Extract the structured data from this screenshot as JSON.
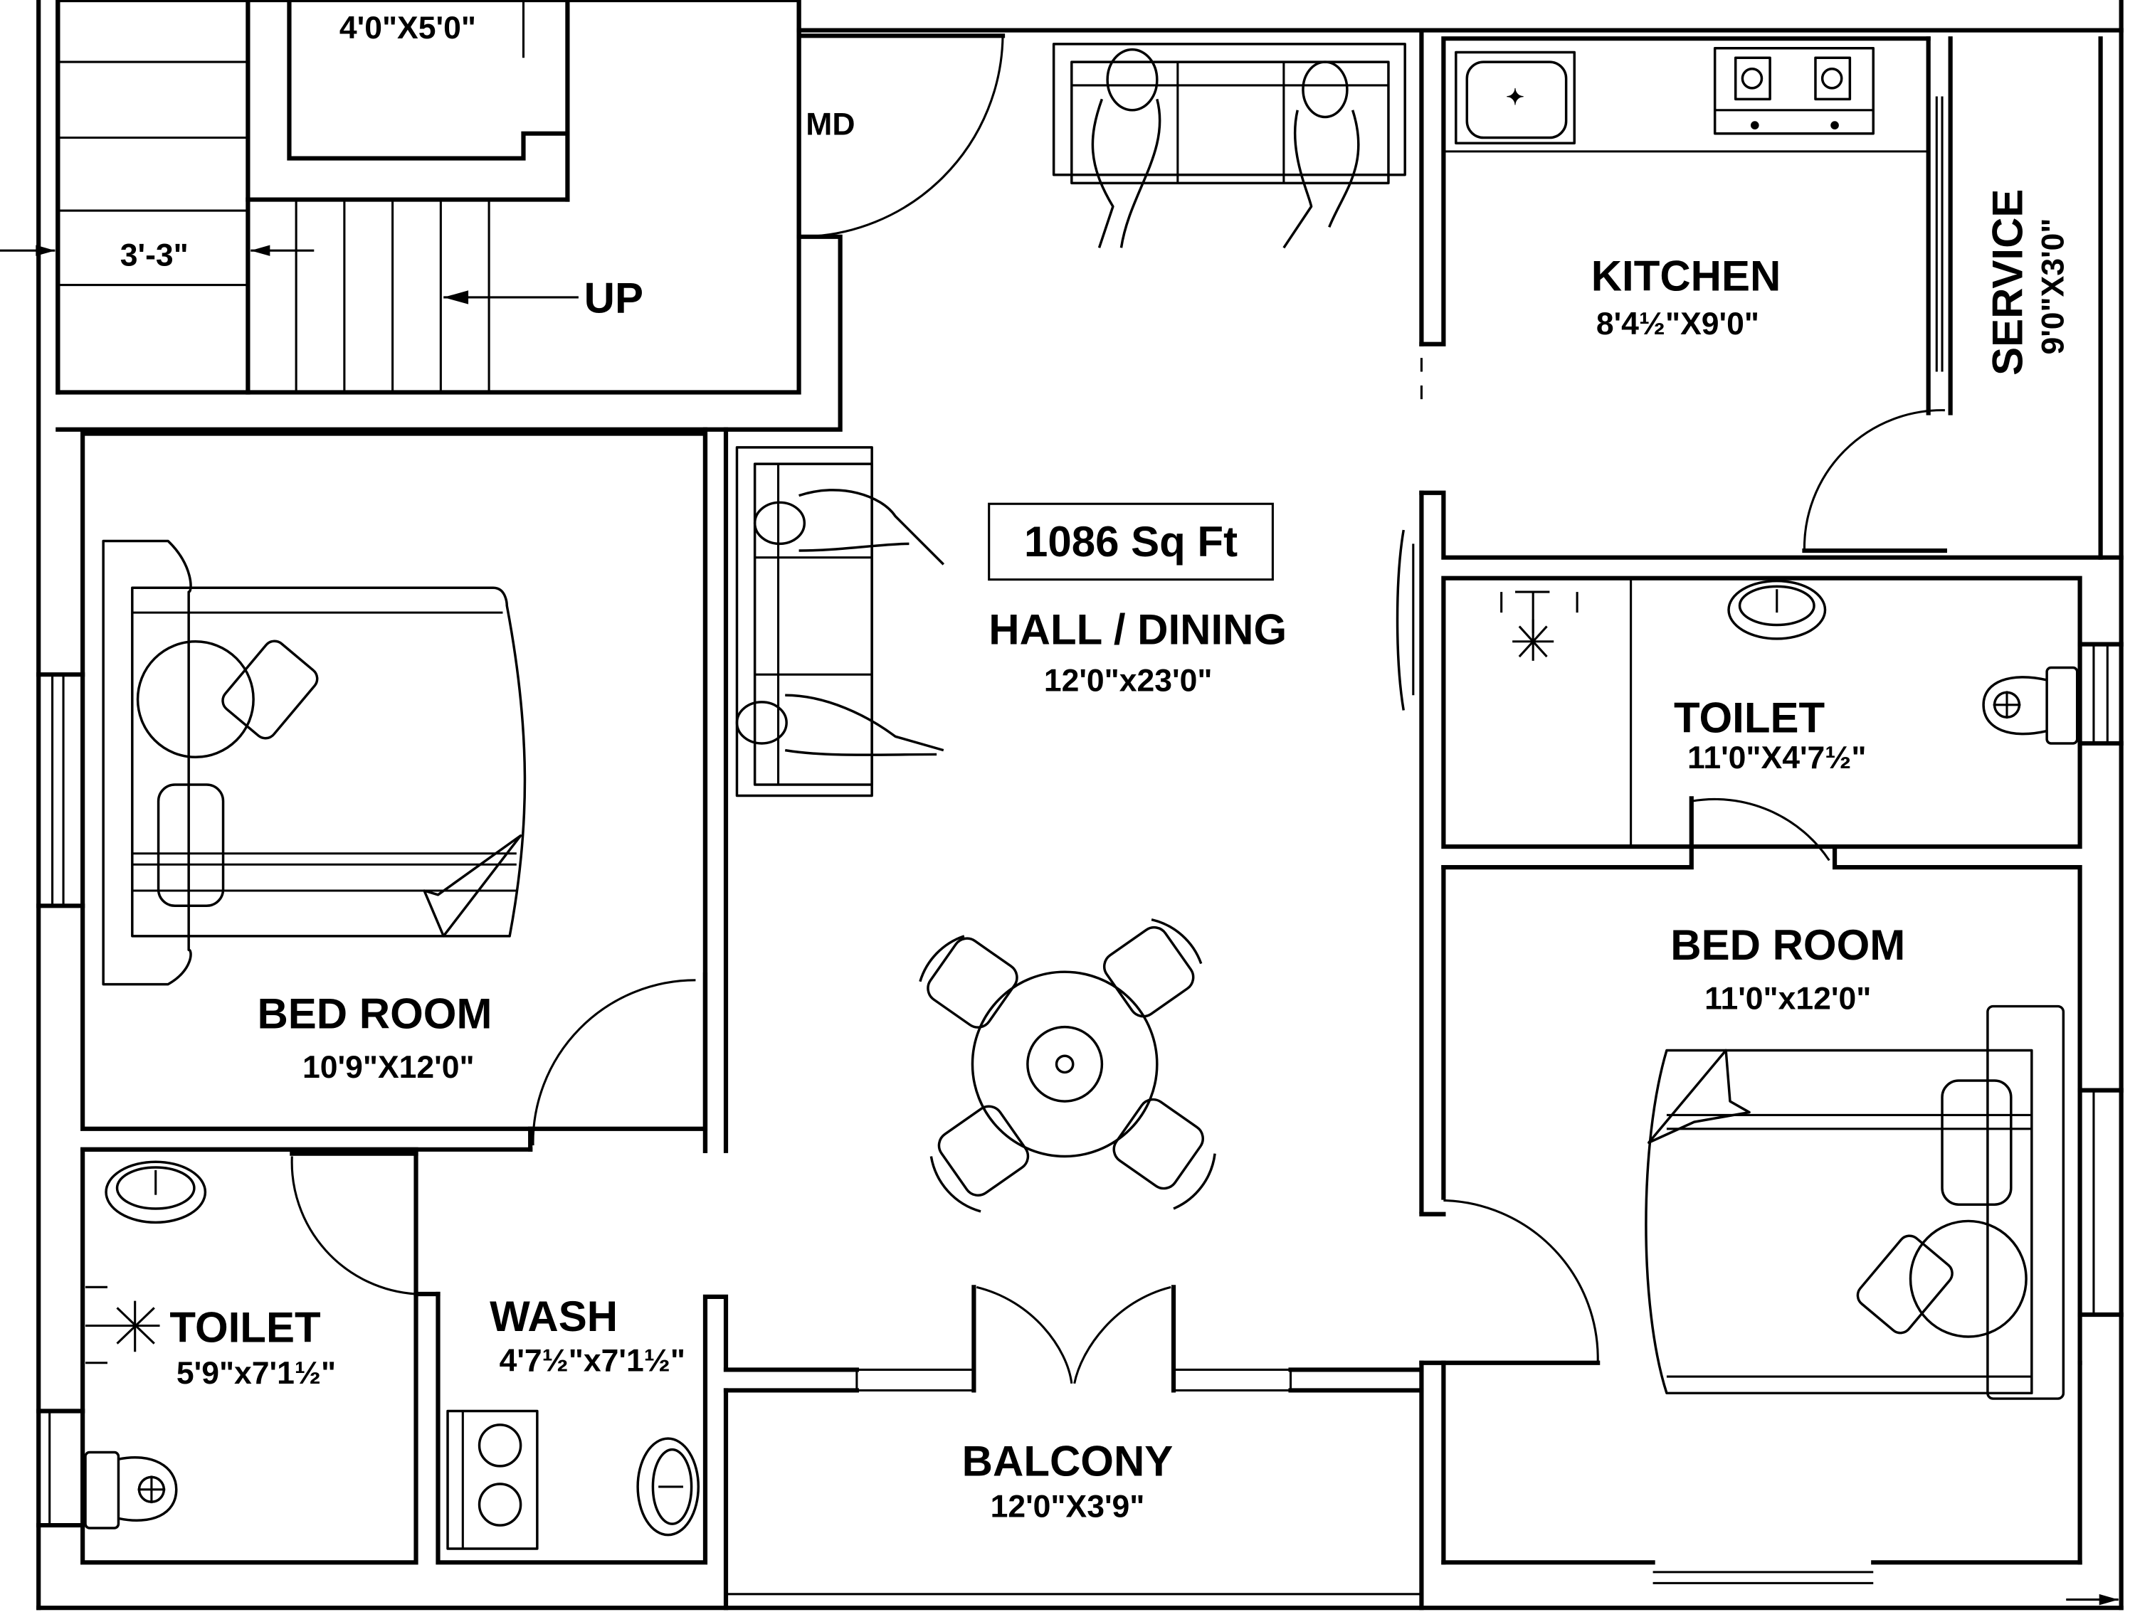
{
  "plan": {
    "total_area": "1086 Sq Ft",
    "rooms": {
      "hall": {
        "name": "HALL / DINING",
        "dims": "12'0\"x23'0\""
      },
      "kitchen": {
        "name": "KITCHEN",
        "dims": "8'4½\"X9'0\""
      },
      "service": {
        "name": "SERVICE",
        "dims": "9'0\"X3'0\""
      },
      "bedroom_left": {
        "name": "BED ROOM",
        "dims": "10'9\"X12'0\""
      },
      "bedroom_right": {
        "name": "BED ROOM",
        "dims": "11'0\"x12'0\""
      },
      "toilet_right": {
        "name": "TOILET",
        "dims": "11'0\"X4'7½\""
      },
      "toilet_left": {
        "name": "TOILET",
        "dims": "5'9\"x7'1½\""
      },
      "wash": {
        "name": "WASH",
        "dims": "4'7½\"x7'1½\""
      },
      "balcony": {
        "name": "BALCONY",
        "dims": "12'0\"X3'9\""
      },
      "lift": {
        "dims": "4'0\"X5'0\""
      }
    },
    "annotations": {
      "main_door": "MD",
      "stair_width": "3'-3\"",
      "stair_direction": "UP"
    }
  }
}
